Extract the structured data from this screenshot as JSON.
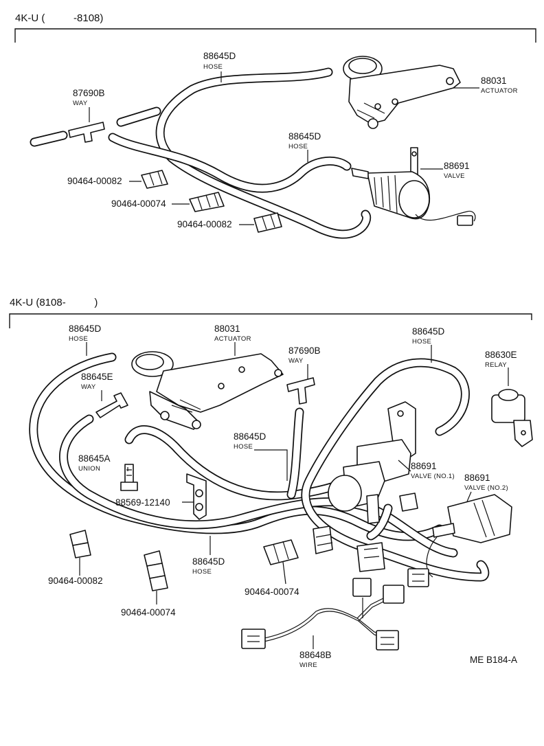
{
  "sections": [
    {
      "header": "4K-U (          -8108)",
      "labels": {
        "hose_top_pn": "88645D",
        "hose_top_nm": "HOSE",
        "actuator_pn": "88031",
        "actuator_nm": "ACTUATOR",
        "way_pn": "87690B",
        "way_nm": "WAY",
        "hose_mid_pn": "88645D",
        "hose_mid_nm": "HOSE",
        "valve_pn": "88691",
        "valve_nm": "VALVE",
        "clip1_pn": "90464-00082",
        "clip2_pn": "90464-00074",
        "clip3_pn": "90464-00082"
      }
    },
    {
      "header": "4K-U (8108-          )",
      "labels": {
        "hose_left_pn": "88645D",
        "hose_left_nm": "HOSE",
        "actuator_pn": "88031",
        "actuator_nm": "ACTUATOR",
        "way_b_pn": "87690B",
        "way_b_nm": "WAY",
        "hose_right_pn": "88645D",
        "hose_right_nm": "HOSE",
        "relay_pn": "88630E",
        "relay_nm": "RELAY",
        "way_e_pn": "88645E",
        "way_e_nm": "WAY",
        "hose_center_pn": "88645D",
        "hose_center_nm": "HOSE",
        "union_pn": "88645A",
        "union_nm": "UNION",
        "valve1_pn": "88691",
        "valve1_nm": "VALVE (NO.1)",
        "valve2_pn": "88691",
        "valve2_nm": "VALVE (NO.2)",
        "bracket_pn": "88569-12140",
        "clip_left_pn": "90464-00082",
        "hose_bottom_pn": "88645D",
        "hose_bottom_nm": "HOSE",
        "clip_mid_pn": "90464-00074",
        "clip_bottom_pn": "90464-00074",
        "wire_pn": "88648B",
        "wire_nm": "WIRE"
      }
    }
  ],
  "figure_code": "ME B184-A"
}
